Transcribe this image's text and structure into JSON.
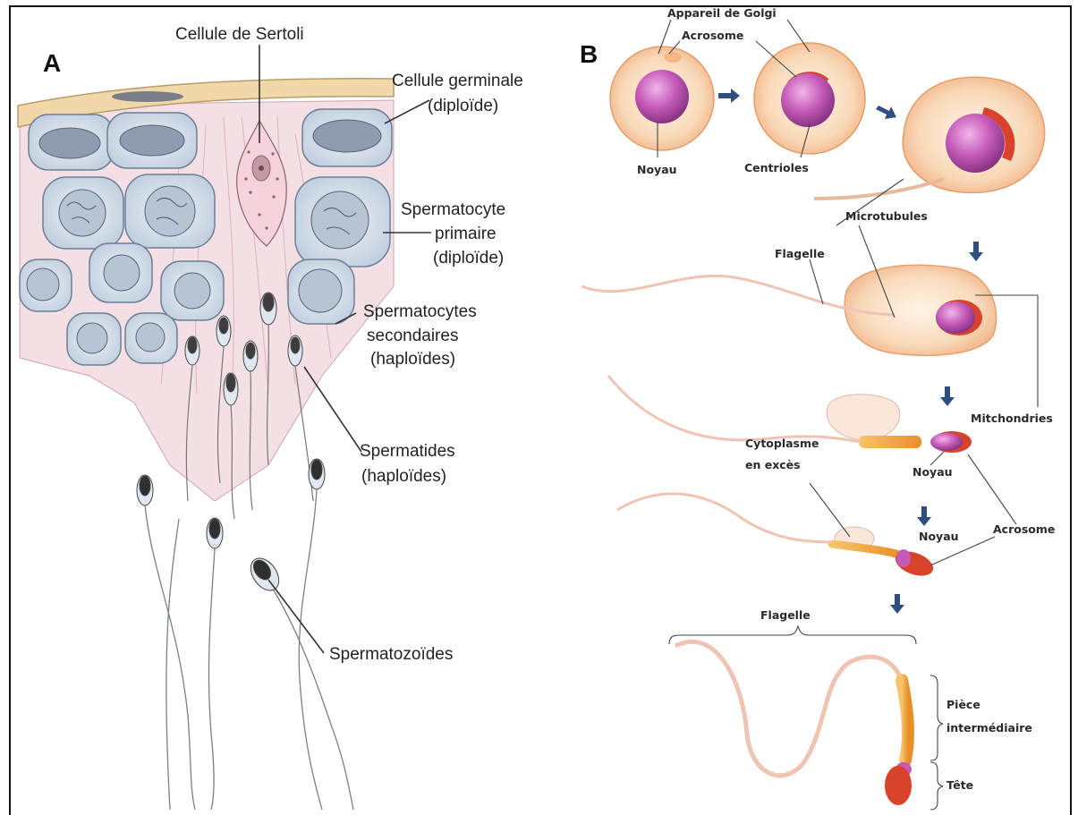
{
  "panels": {
    "a": "A",
    "b": "B"
  },
  "panel_a": {
    "sertoli": "Cellule de Sertoli",
    "germinal_1": "Cellule germinale",
    "germinal_2": "(diploïde)",
    "primary_1": "Spermatocyte",
    "primary_2": "primaire",
    "primary_3": "(diploïde)",
    "secondary_1": "Spermatocytes",
    "secondary_2": "secondaires",
    "secondary_3": "(haploïdes)",
    "spermatids_1": "Spermatides",
    "spermatids_2": "(haploïdes)",
    "spermatozoa": "Spermatozoïdes"
  },
  "panel_b": {
    "golgi": "Appareil de Golgi",
    "acrosome_top": "Acrosome",
    "noyau_top": "Noyau",
    "centrioles": "Centrioles",
    "microtubules": "Microtubules",
    "flagelle_mid": "Flagelle",
    "mitochondries": "Mitchondries",
    "cytoplasme_1": "Cytoplasme",
    "cytoplasme_2": "en excès",
    "noyau_mid": "Noyau",
    "noyau_low": "Noyau",
    "acrosome_low": "Acrosome",
    "flagelle_bottom": "Flagelle",
    "piece_1": "Pièce",
    "piece_2": "intermédiaire",
    "tete": "Tête"
  },
  "colors": {
    "basement": "#f0d8a8",
    "cytoplasm": "#f3dfe4",
    "cell_fill": "#d9e3ee",
    "nucleus": "#8e9bb0",
    "spermatid_head": "#3d3d3d",
    "cell_b": "#f7cfa6",
    "nucleus_b": "#c55bb8",
    "acrosome_red": "#d9432b",
    "midpiece": "#f0a43a",
    "arrow": "#2e4f7f"
  }
}
